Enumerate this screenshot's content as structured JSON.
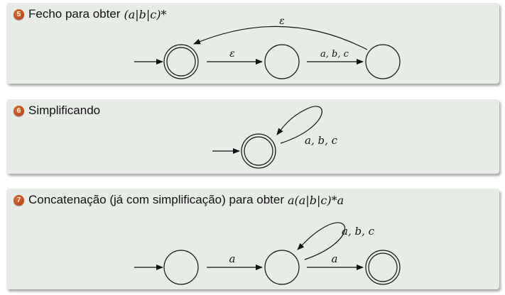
{
  "steps": [
    {
      "number": "5",
      "title": "Fecho para obter",
      "expr": "(a|b|c)*",
      "labels": {
        "back": "ε",
        "t1": "ε",
        "t2": "a, b, c"
      }
    },
    {
      "number": "6",
      "title": "Simplificando",
      "labels": {
        "loop": "a, b, c"
      }
    },
    {
      "number": "7",
      "title": "Concatenação (já com simplificação) para obter",
      "expr": "a(a|b|c)*a",
      "labels": {
        "t1": "a",
        "loop": "a, b, c",
        "t2": "a"
      }
    }
  ]
}
